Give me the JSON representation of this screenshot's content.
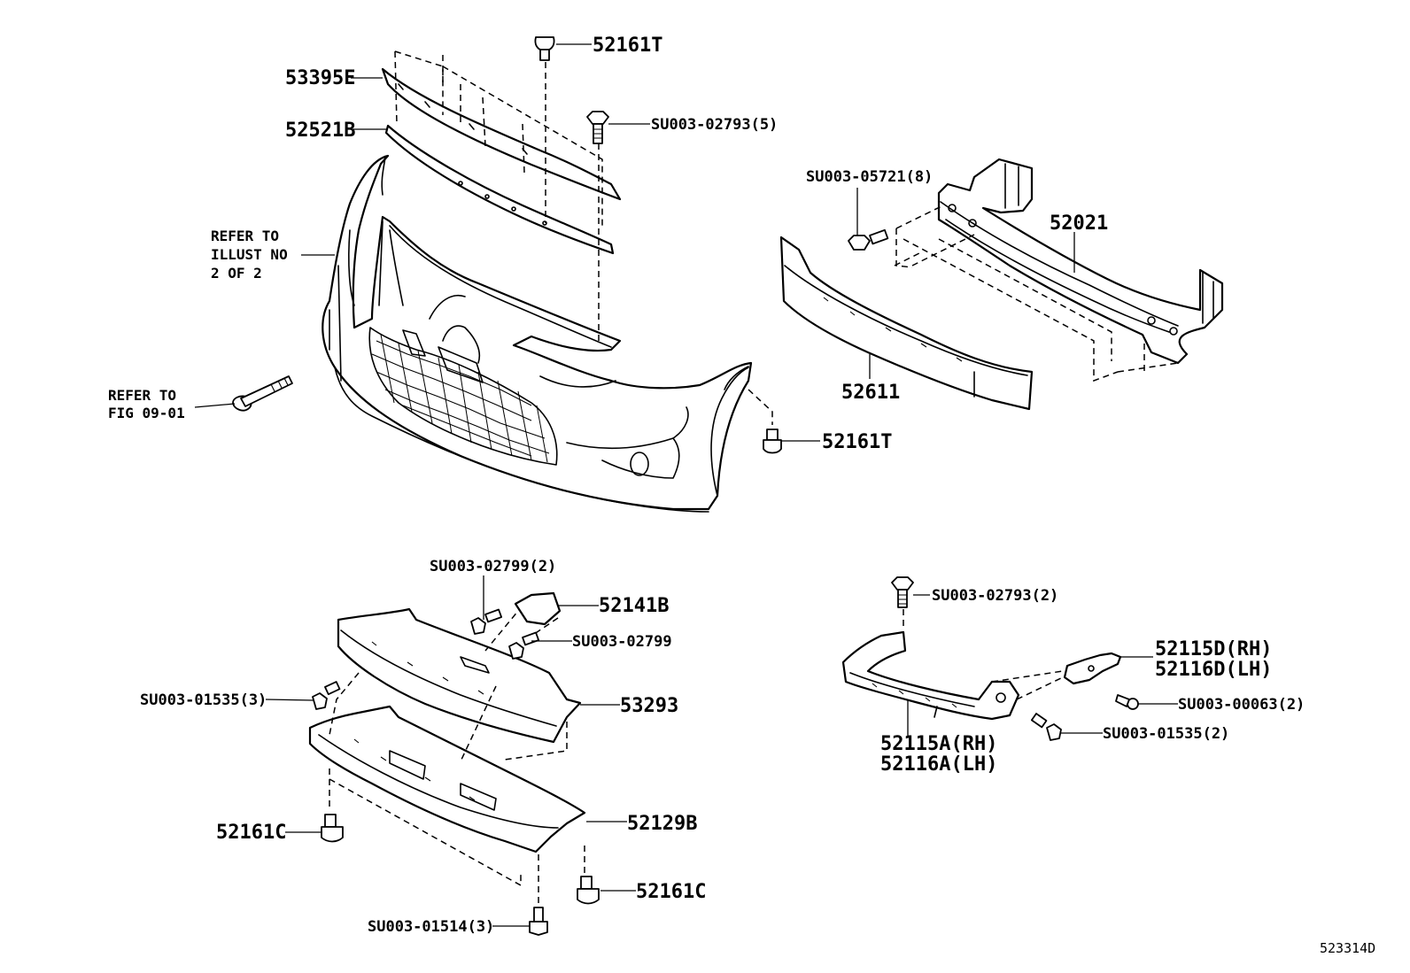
{
  "diagram": {
    "illustration_id": "523314D",
    "callouts": {
      "p53395E": "53395E",
      "p52521B": "52521B",
      "p52161T_top": "52161T",
      "su_02793_5": "SU003-02793(5)",
      "su_05721_8": "SU003-05721(8)",
      "p52021": "52021",
      "p52611": "52611",
      "p52161T_side": "52161T",
      "su_02799_2": "SU003-02799(2)",
      "p52141B": "52141B",
      "su_02799": "SU003-02799",
      "su_01535_3": "SU003-01535(3)",
      "p53293": "53293",
      "p52161C_left": "52161C",
      "p52129B": "52129B",
      "p52161C_right": "52161C",
      "su_01514_3": "SU003-01514(3)",
      "su_02793_2": "SU003-02793(2)",
      "p52115D": "52115D(RH)",
      "p52116D": "52116D(LH)",
      "su_00063_2": "SU003-00063(2)",
      "su_01535_2": "SU003-01535(2)",
      "p52115A": "52115A(RH)",
      "p52116A": "52116A(LH)"
    },
    "notes": {
      "refer_illust_1": "REFER TO",
      "refer_illust_2": "ILLUST NO",
      "refer_illust_3": "2 OF 2",
      "refer_fig_1": "REFER TO",
      "refer_fig_2": "FIG 09-01"
    }
  }
}
